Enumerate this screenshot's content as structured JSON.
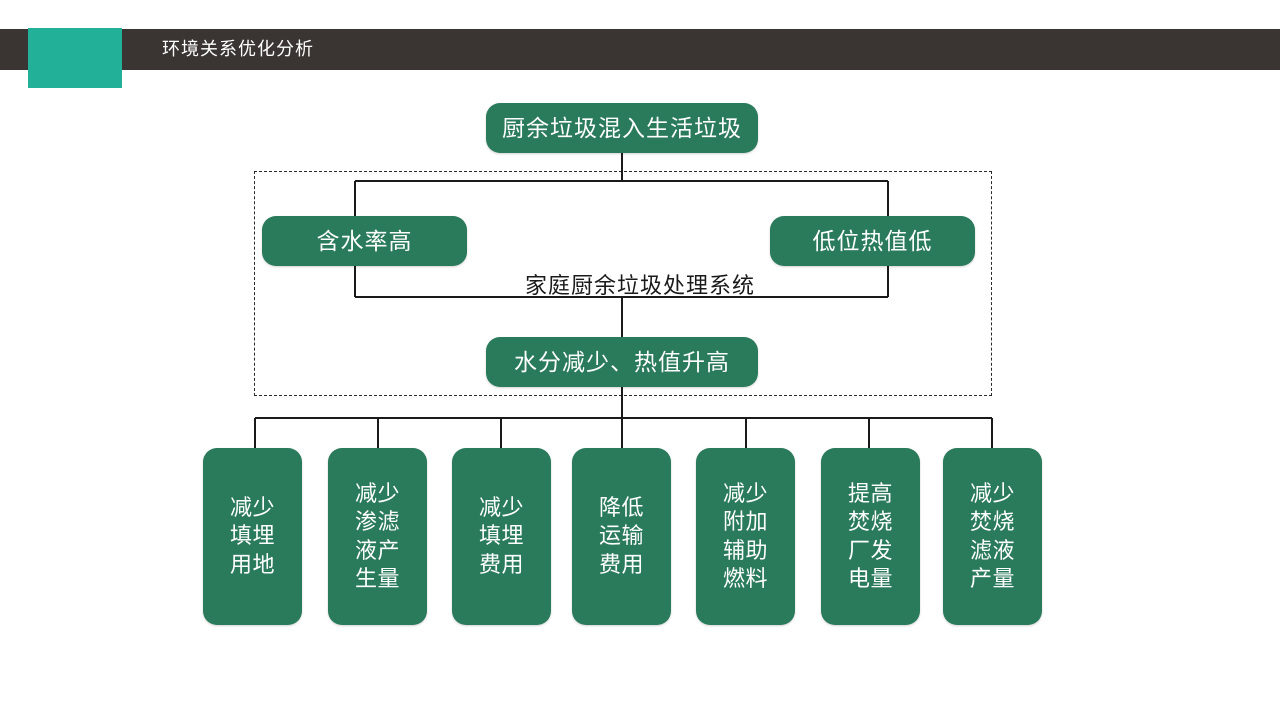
{
  "header": {
    "title": "环境关系优化分析",
    "accent_color": "#22b099",
    "bar_color": "#3a3532",
    "title_color": "#ffffff"
  },
  "theme": {
    "node_green": "#2a7a5c",
    "node_text": "#ffffff",
    "line_color": "#1a1a1a",
    "background": "#ffffff"
  },
  "diagram": {
    "root": {
      "label": "厨余垃圾混入生活垃圾"
    },
    "system_label": "家庭厨余垃圾处理系统",
    "causes": [
      {
        "label": "含水率高"
      },
      {
        "label": "低位热值低"
      }
    ],
    "result": {
      "label": "水分减少、热值升高"
    },
    "benefits": [
      {
        "lines": [
          "减少",
          "填埋",
          "用地"
        ]
      },
      {
        "lines": [
          "减少",
          "渗滤",
          "液产",
          "生量"
        ]
      },
      {
        "lines": [
          "减少",
          "填埋",
          "费用"
        ]
      },
      {
        "lines": [
          "降低",
          "运输",
          "费用"
        ]
      },
      {
        "lines": [
          "减少",
          "附加",
          "辅助",
          "燃料"
        ]
      },
      {
        "lines": [
          "提高",
          "焚烧",
          "厂发",
          "电量"
        ]
      },
      {
        "lines": [
          "减少",
          "焚烧",
          "滤液",
          "产量"
        ]
      }
    ]
  }
}
